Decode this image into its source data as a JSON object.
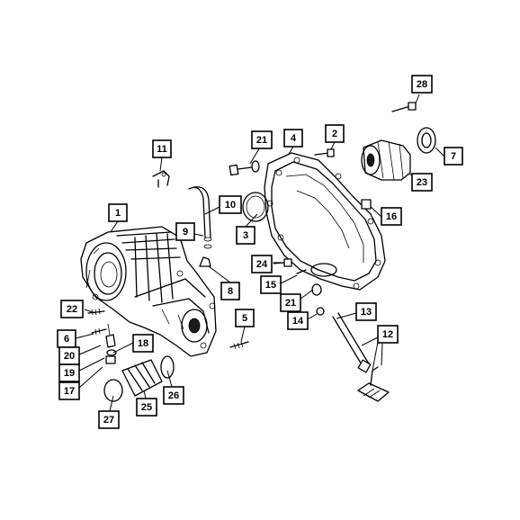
{
  "callouts": [
    {
      "id": "1",
      "label": "1"
    },
    {
      "id": "2",
      "label": "2"
    },
    {
      "id": "3",
      "label": "3"
    },
    {
      "id": "4",
      "label": "4"
    },
    {
      "id": "5",
      "label": "5"
    },
    {
      "id": "6",
      "label": "6"
    },
    {
      "id": "7",
      "label": "7"
    },
    {
      "id": "8",
      "label": "8"
    },
    {
      "id": "9",
      "label": "9"
    },
    {
      "id": "10",
      "label": "10"
    },
    {
      "id": "11",
      "label": "11"
    },
    {
      "id": "12",
      "label": "12"
    },
    {
      "id": "13",
      "label": "13"
    },
    {
      "id": "14",
      "label": "14"
    },
    {
      "id": "15",
      "label": "15"
    },
    {
      "id": "16",
      "label": "16"
    },
    {
      "id": "17",
      "label": "17"
    },
    {
      "id": "18",
      "label": "18"
    },
    {
      "id": "19",
      "label": "19"
    },
    {
      "id": "20",
      "label": "20"
    },
    {
      "id": "21a",
      "label": "21"
    },
    {
      "id": "21b",
      "label": "21"
    },
    {
      "id": "22",
      "label": "22"
    },
    {
      "id": "23",
      "label": "23"
    },
    {
      "id": "24",
      "label": "24"
    },
    {
      "id": "25",
      "label": "25"
    },
    {
      "id": "26",
      "label": "26"
    },
    {
      "id": "27",
      "label": "27"
    },
    {
      "id": "28",
      "label": "28"
    }
  ]
}
